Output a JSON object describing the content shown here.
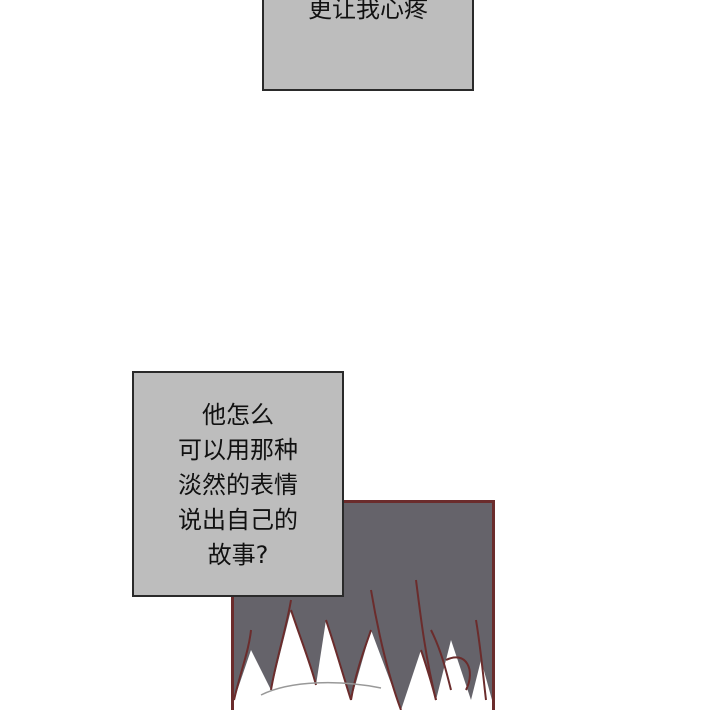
{
  "caption_top": {
    "text": "更让我心疼"
  },
  "caption_middle": {
    "lines": [
      "他怎么",
      "可以用那种",
      "淡然的表情",
      "说出自己的",
      "故事?"
    ]
  },
  "colors": {
    "caption_bg": "#bdbdbd",
    "panel_border": "#6b2c2c",
    "hair": "#65636a"
  }
}
